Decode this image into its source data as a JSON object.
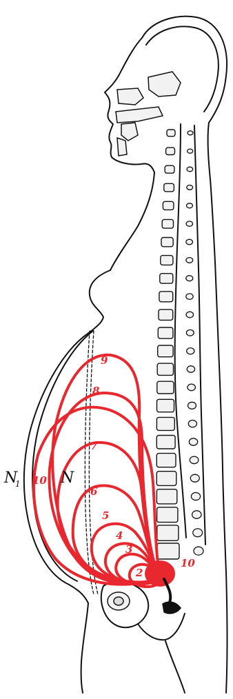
{
  "colors": {
    "line": "#111111",
    "uterus": "#e8282e",
    "bone_fill": "#f2f2f2",
    "background": "#ffffff"
  },
  "labels": {
    "outer_abdomen": "N",
    "outer_abdomen_sub": "1",
    "inner_abdomen": "N"
  },
  "months": [
    "2",
    "3",
    "4",
    "5",
    "6",
    "7",
    "8",
    "9",
    "10",
    "10"
  ]
}
